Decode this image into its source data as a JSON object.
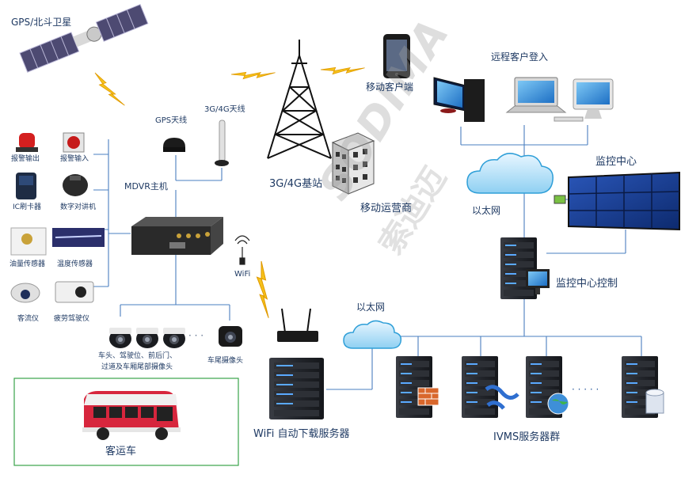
{
  "labels": {
    "gps_satellite": "GPS/北斗卫星",
    "gps_antenna": "GPS天线",
    "antenna_3g4g": "3G/4G天线",
    "mdvr_host": "MDVR主机",
    "base_station": "3G/4G基站",
    "mobile_client": "移动客户端",
    "mobile_operator": "移动运营商",
    "remote_login": "远程客户登入",
    "ethernet_top": "以太网",
    "monitor_center": "监控中心",
    "monitor_control": "监控中心控制",
    "wifi": "WiFi",
    "ethernet_mid": "以太网",
    "alarm_output": "报警输出",
    "alarm_input": "报警输入",
    "ic_card": "IC刷卡器",
    "digital_intercom": "数字对讲机",
    "oil_sensor": "油量传感器",
    "temp_sensor": "温度传感器",
    "passenger_counter": "客流仪",
    "fatigue_monitor": "疲劳驾驶仪",
    "cameras_line1": "车头、驾驶位、前后门、",
    "cameras_line2": "过道及车厢尾部摄像头",
    "rear_camera": "车尾摄像头",
    "camera_dots": "· · ·",
    "wifi_server": "WiFi 自动下载服务器",
    "ivms_cluster": "IVMS服务器群",
    "server_dots": "· · · · ·",
    "bus": "客运车"
  },
  "watermark": {
    "brand": "SODIMA",
    "cn": "索迪迈"
  },
  "colors": {
    "label": "#1f3a63",
    "line": "#4a7fc0",
    "lightning": "#f2b800",
    "bus_box": "#3aa34a",
    "cloud": "#2f9fd8"
  },
  "icons": [
    "satellite-icon",
    "tower-icon",
    "phone-icon",
    "building-icon",
    "cloud-icon",
    "server-icon",
    "router-icon",
    "camera-icon",
    "bus-icon",
    "laptop-icon",
    "monitor-icon",
    "video-wall-icon",
    "firewall-icon",
    "globe-icon",
    "database-icon"
  ]
}
